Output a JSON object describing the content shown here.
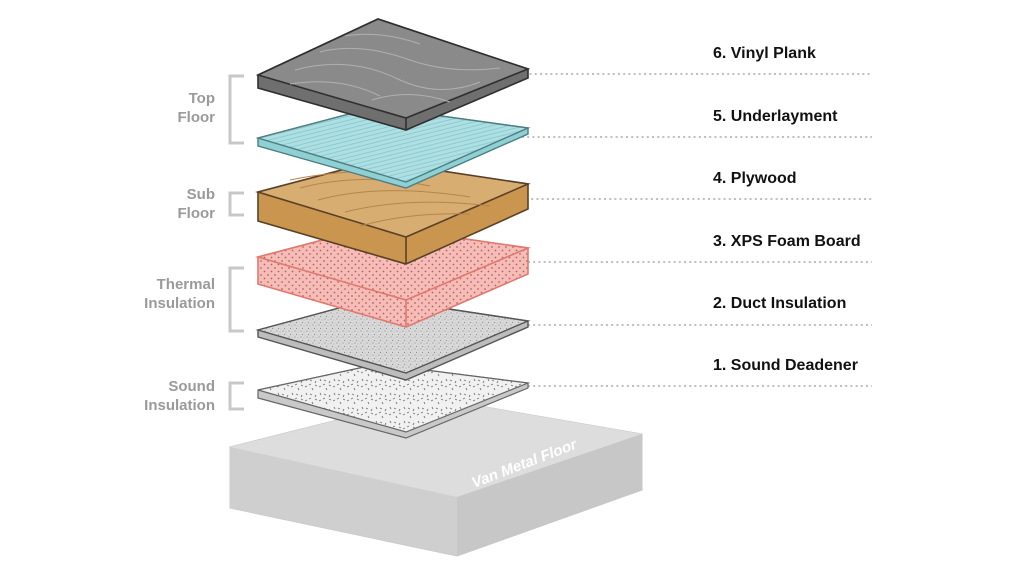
{
  "groups": [
    {
      "id": "top",
      "line1": "Top",
      "line2": "Floor"
    },
    {
      "id": "sub",
      "line1": "Sub",
      "line2": "Floor"
    },
    {
      "id": "thermal",
      "line1": "Thermal",
      "line2": "Insulation"
    },
    {
      "id": "sound",
      "line1": "Sound",
      "line2": "Insulation"
    }
  ],
  "layers": [
    {
      "label": "6. Vinyl Plank",
      "material": "vinyl-plank",
      "color": "#8a8a8a"
    },
    {
      "label": "5. Underlayment",
      "material": "underlayment",
      "color": "#a7dce0"
    },
    {
      "label": "4. Plywood",
      "material": "plywood",
      "color": "#d3a76a"
    },
    {
      "label": "3. XPS Foam Board",
      "material": "xps-foam",
      "color": "#f4b7b3"
    },
    {
      "label": "2. Duct Insulation",
      "material": "duct-insulation",
      "color": "#d8d8d8"
    },
    {
      "label": "1. Sound Deadener",
      "material": "sound-deadener",
      "color": "#ececec"
    }
  ],
  "base": {
    "label": "Van Metal Floor",
    "color": "#d5d5d5"
  },
  "colors": {
    "bracket": "#c8c8c8",
    "leader": "#aaaaaa",
    "group_text": "#9a9a9a",
    "layer_text": "#111111"
  }
}
